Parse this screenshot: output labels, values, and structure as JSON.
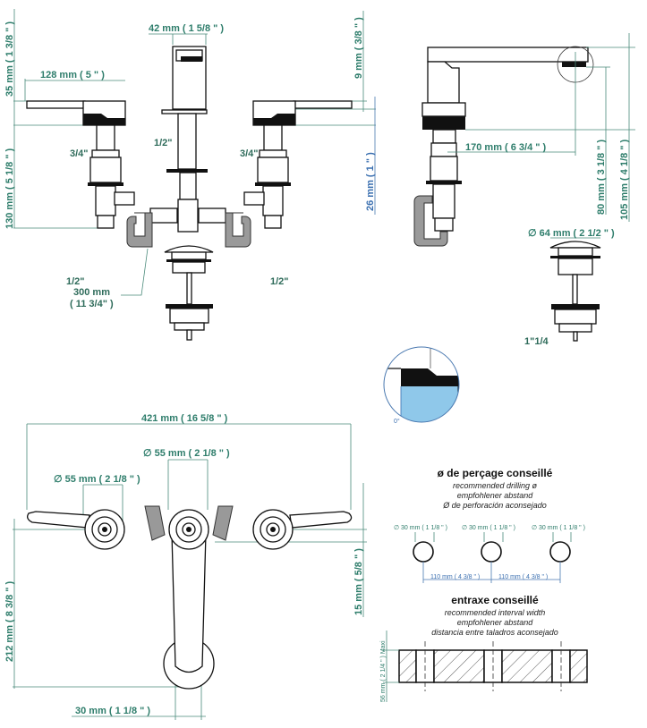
{
  "top_front_view": {
    "spout_width": "42 mm ( 1 5/8 \" )",
    "lever_length": "128 mm ( 5 \" )",
    "handle_height": "35 mm ( 1 3/8 \" )",
    "body_height": "130 mm ( 5 1/8 \" )",
    "lever_thickness": "9 mm ( 3/8 \" )",
    "deck_offset": "26 mm ( 1 \" )",
    "left_valve_thread": "3/4\"",
    "right_valve_thread": "3/4\"",
    "spout_thread": "1/2\"",
    "hose_thread_left": "1/2\"",
    "hose_length": "300 mm",
    "hose_length_in": "( 11 3/4\" )",
    "hose_thread_right": "1/2\""
  },
  "side_view": {
    "spout_reach": "170 mm ( 6 3/4 \" )",
    "spout_clearance": "80 mm ( 3 1/8 \" )",
    "spout_height": "105 mm ( 4 1/8 \" )",
    "waste_diameter": "∅  64 mm ( 2 1/2 \" )",
    "waste_thread": "1\"1/4",
    "detail_angle": "0°"
  },
  "bottom_front_view": {
    "overall_width": "421 mm ( 16 5/8 \" )",
    "center_diameter": "∅  55 mm ( 2 1/8 \" )",
    "left_diameter": "∅  55 mm ( 2 1/8 \" )",
    "overall_depth": "212 mm ( 8 3/8 \" )",
    "spout_offset": "15 mm ( 5/8 \" )",
    "spout_width": "30 mm ( 1 1/8 \" )"
  },
  "drilling": {
    "title": "ø de perçage conseillé",
    "subtitle_en": "recommended drilling ø",
    "subtitle_de": "empfohlener abstand",
    "subtitle_es": "Ø de perforación aconsejado",
    "hole_labels": [
      "∅ 30 mm ( 1 1/8 \" )",
      "∅ 30 mm ( 1 1/8 \" )",
      "∅ 30 mm ( 1 1/8 \" )"
    ],
    "spacing_labels": [
      "110 mm ( 4 3/8 \" )",
      "110 mm ( 4 3/8 \" )"
    ]
  },
  "interval": {
    "title": "entraxe conseillé",
    "subtitle_en": "recommended interval width",
    "subtitle_de": "empfohlener abstand",
    "subtitle_es": "distancia entre taladros aconsejado",
    "thickness": "56 mm ( 2 1/4 \" ) Maxi"
  }
}
